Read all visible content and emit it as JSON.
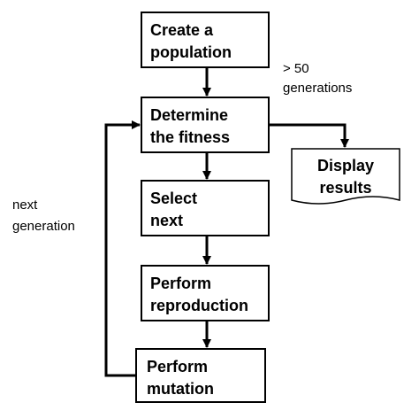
{
  "nodes": {
    "create_population": {
      "line1": "Create a",
      "line2": "population"
    },
    "determine_fitness": {
      "line1": "Determine",
      "line2": "the fitness"
    },
    "select_next": {
      "line1": "Select",
      "line2": "next"
    },
    "perform_reproduction": {
      "line1": "Perform",
      "line2": "reproduction"
    },
    "perform_mutation": {
      "line1": "Perform",
      "line2": "mutation"
    },
    "display_results": {
      "line1": "Display",
      "line2": "results"
    }
  },
  "edge_labels": {
    "generations_condition": {
      "line1": "> 50",
      "line2": "generations"
    },
    "loop": {
      "line1": "next",
      "line2": "generation"
    }
  }
}
